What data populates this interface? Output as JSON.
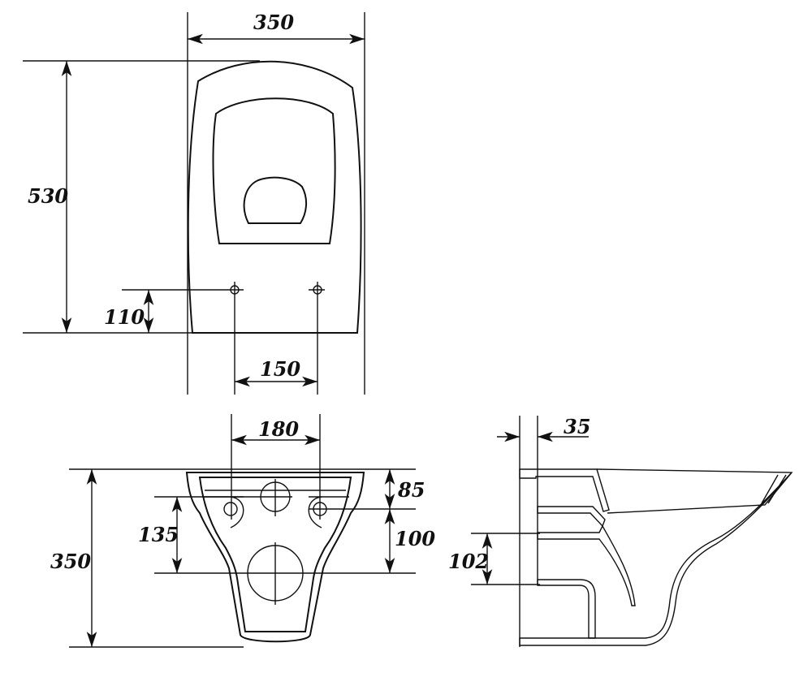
{
  "title": "Wall-hung toilet dimension drawing",
  "colors": {
    "line": "#111111",
    "background": "#ffffff"
  },
  "top_view": {
    "width": "350",
    "length": "530",
    "bolt_height": "110",
    "bolt_spacing": "150"
  },
  "rear_view": {
    "frame_spacing": "180",
    "top_to_bolt": "85",
    "bolt_to_outlet": "100",
    "inlet_to_outlet": "135",
    "height": "350"
  },
  "side_view": {
    "wall_offset": "35",
    "outlet_height": "102"
  }
}
